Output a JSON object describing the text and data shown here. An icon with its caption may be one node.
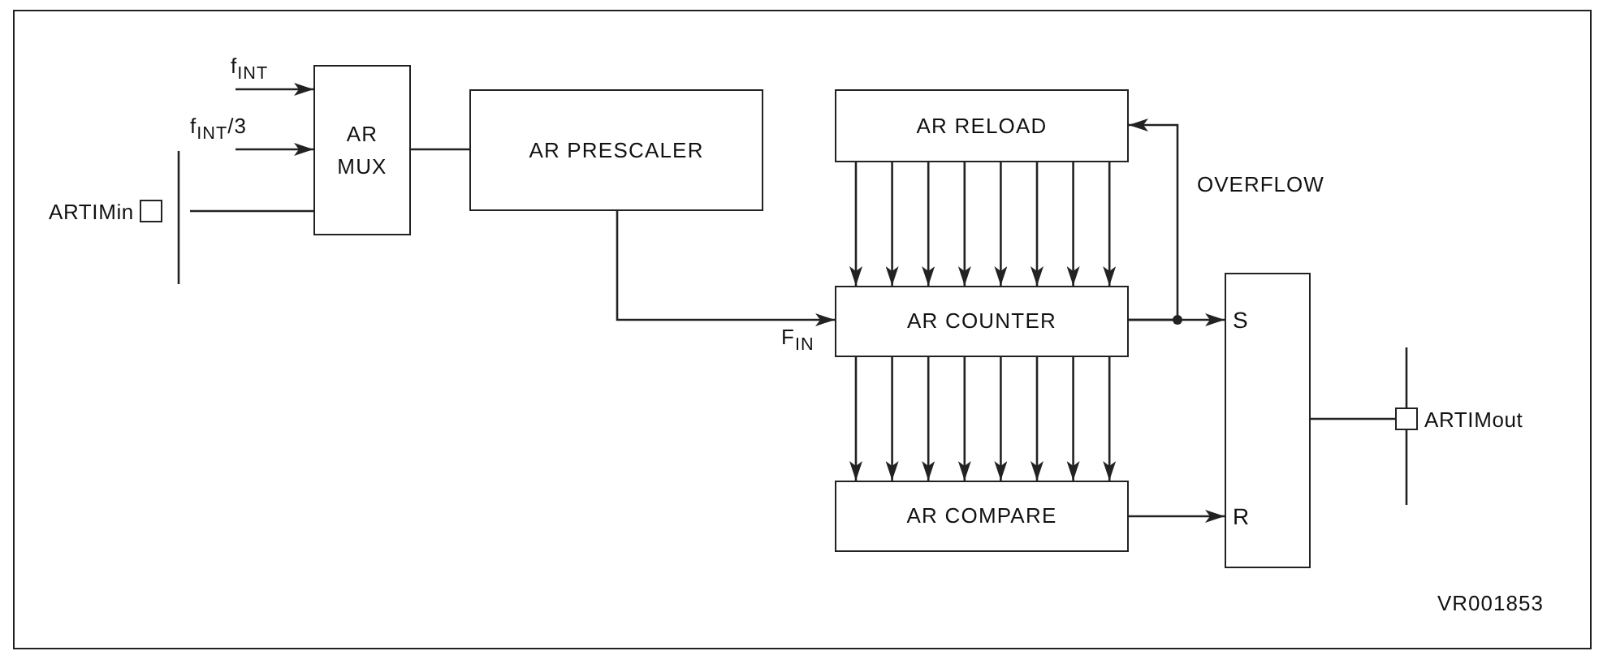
{
  "diagram": {
    "nodes": [
      {
        "text": [
          "ARTIMin"
        ]
      },
      {
        "text": [
          "AR MUX"
        ]
      },
      {
        "text": [
          "AR PRESCALER"
        ]
      },
      {
        "text": [
          "AR RELOAD"
        ]
      },
      {
        "text": [
          "AR COUNTER"
        ]
      },
      {
        "text": [
          "AR COMPARE"
        ]
      },
      {
        "text": [
          "S",
          "R"
        ]
      },
      {
        "text": [
          "ARTIMout"
        ]
      }
    ],
    "edges": [
      {
        "from": null,
        "to": 1,
        "arrow": "to",
        "label": "f$_{INT}$"
      },
      {
        "from": null,
        "to": 1,
        "arrow": "to",
        "label": "f$_{INT}$/3"
      },
      {
        "from": 0,
        "to": 1,
        "arrow": "none"
      },
      {
        "from": 1,
        "to": 2,
        "arrow": "none"
      },
      {
        "from": 2,
        "to": 4,
        "arrow": "to",
        "label": "F$_{IN}$"
      },
      {
        "from": 3,
        "to": 4,
        "arrow": "to"
      },
      {
        "from": 3,
        "to": 4,
        "arrow": "to"
      },
      {
        "from": 3,
        "to": 4,
        "arrow": "to"
      },
      {
        "from": 3,
        "to": 4,
        "arrow": "to"
      },
      {
        "from": 3,
        "to": 4,
        "arrow": "to"
      },
      {
        "from": 3,
        "to": 4,
        "arrow": "to"
      },
      {
        "from": 3,
        "to": 4,
        "arrow": "to"
      },
      {
        "from": 3,
        "to": 4,
        "arrow": "to"
      },
      {
        "from": 4,
        "to": 5,
        "arrow": "to"
      },
      {
        "from": 4,
        "to": 5,
        "arrow": "to"
      },
      {
        "from": 4,
        "to": 5,
        "arrow": "to"
      },
      {
        "from": 4,
        "to": 5,
        "arrow": "to"
      },
      {
        "from": 4,
        "to": 5,
        "arrow": "to"
      },
      {
        "from": 4,
        "to": 5,
        "arrow": "to"
      },
      {
        "from": 4,
        "to": 5,
        "arrow": "to"
      },
      {
        "from": 4,
        "to": 5,
        "arrow": "to"
      },
      {
        "from": 4,
        "to": 6,
        "arrow": "to"
      },
      {
        "from": 4,
        "to": 3,
        "arrow": "to",
        "label": "OVERFLOW"
      },
      {
        "from": 5,
        "to": 6,
        "arrow": "to"
      },
      {
        "from": 6,
        "to": 7,
        "arrow": "none"
      }
    ],
    "labels": [
      "VR001853"
    ]
  }
}
